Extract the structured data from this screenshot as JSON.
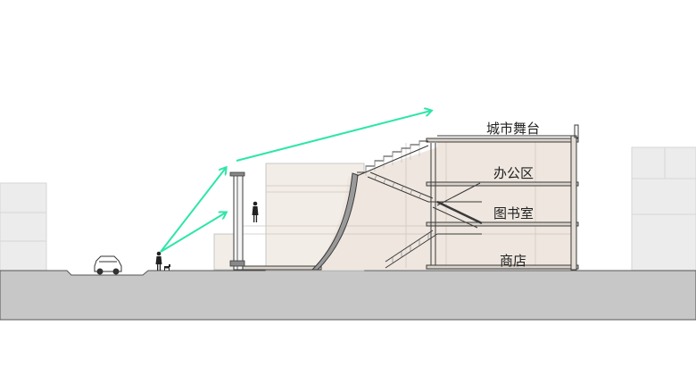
{
  "labels": {
    "city_stage": "城市舞台",
    "office": "办公区",
    "library": "图书室",
    "shop": "商店"
  },
  "colors": {
    "ground": "#c7c7c7",
    "interior": "#eee6df",
    "interior_light": "#f3ede7",
    "neighbor_building": "#ececec",
    "line": "#3a3a3a",
    "sightline_arrow": "#2ee6a6"
  },
  "icons": {
    "car": "car-icon",
    "person": "person-icon",
    "dog": "dog-icon"
  }
}
